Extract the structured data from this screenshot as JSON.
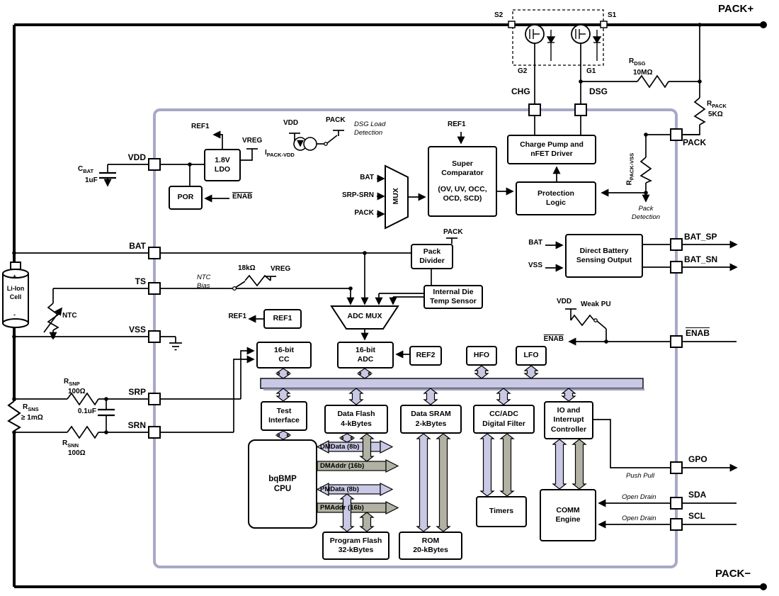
{
  "rails": {
    "pack_plus": "PACK+",
    "pack_minus": "PACK−"
  },
  "pins": {
    "vdd": "VDD",
    "bat": "BAT",
    "ts": "TS",
    "vss": "VSS",
    "srp": "SRP",
    "srn": "SRN",
    "pack": "PACK",
    "bat_sp": "BAT_SP",
    "bat_sn": "BAT_SN",
    "enab": "ENAB",
    "gpo": "GPO",
    "sda": "SDA",
    "scl": "SCL",
    "chg": "CHG",
    "dsg": "DSG"
  },
  "fets": {
    "s2": "S2",
    "s1": "S1",
    "g2": "G2",
    "g1": "G1"
  },
  "components": {
    "cbat": {
      "base": "C",
      "sub": "BAT",
      "value": "1uF"
    },
    "rdsg": {
      "base": "R",
      "sub": "DSG",
      "value": "10MΩ"
    },
    "rpack": {
      "base": "R",
      "sub": "PACK",
      "value": "5KΩ"
    },
    "rsnp": {
      "base": "R",
      "sub": "SNP",
      "value": "100Ω"
    },
    "rsns": {
      "base": "R",
      "sub": "SNS",
      "value": "≥ 1mΩ"
    },
    "rsnn": {
      "base": "R",
      "sub": "SNN",
      "value": "100Ω"
    },
    "cfilter": {
      "value": "0.1uF"
    },
    "rntc": {
      "value": "18kΩ"
    },
    "rpackvss": {
      "base": "R",
      "sub": "PACK-VSS"
    },
    "ipackvdd": {
      "base": "I",
      "sub": "PACK-VDD"
    },
    "ntc": "NTC",
    "cell": {
      "line1": "Li-Ion",
      "line2": "Cell",
      "plus": "+",
      "minus": "-"
    }
  },
  "nets": {
    "ref1": "REF1",
    "vreg": "VREG",
    "vdd": "VDD",
    "pack": "PACK",
    "enab": "ENAB",
    "bat": "BAT",
    "vss": "VSS",
    "srp_srn": "SRP-SRN"
  },
  "annotations": {
    "dsg_load_detection": [
      "DSG Load",
      "Detection"
    ],
    "pack_detection": [
      "Pack",
      "Detection"
    ],
    "ntc_bias": [
      "NTC",
      "Bias"
    ],
    "weak_pu": "Weak PU",
    "push_pull": "Push Pull",
    "open_drain": "Open Drain"
  },
  "blocks": {
    "ldo": [
      "1.8V",
      "LDO"
    ],
    "por": "POR",
    "mux": "MUX",
    "super_comparator": [
      "Super",
      "Comparator",
      "(OV, UV, OCC,",
      "OCD, SCD)"
    ],
    "charge_pump": [
      "Charge Pump and",
      "nFET Driver"
    ],
    "protection_logic": [
      "Protection",
      "Logic"
    ],
    "direct_battery": [
      "Direct Battery",
      "Sensing Output"
    ],
    "pack_divider": [
      "Pack",
      "Divider"
    ],
    "die_temp": [
      "Internal Die",
      "Temp Sensor"
    ],
    "adc_mux": "ADC MUX",
    "ref1": "REF1",
    "cc": [
      "16-bit",
      "CC"
    ],
    "adc": [
      "16-bit",
      "ADC"
    ],
    "ref2": "REF2",
    "hfo": "HFO",
    "lfo": "LFO",
    "test_interface": [
      "Test",
      "Interface"
    ],
    "data_flash": [
      "Data Flash",
      "4-kBytes"
    ],
    "data_sram": [
      "Data SRAM",
      "2-kBytes"
    ],
    "ccadc_filter": [
      "CC/ADC",
      "Digital Filter"
    ],
    "io_interrupt": [
      "IO and",
      "Interrupt",
      "Controller"
    ],
    "cpu": [
      "bqBMP",
      "CPU"
    ],
    "program_flash": [
      "Program Flash",
      "32-kBytes"
    ],
    "rom": [
      "ROM",
      "20-kBytes"
    ],
    "timers": "Timers",
    "comm": [
      "COMM",
      "Engine"
    ]
  },
  "buses": {
    "dmdata": "DMData (8b)",
    "dmaddr": "DMAddr (16b)",
    "pmdata": "PMData (8b)",
    "pmaddr": "PMAddr (16b)"
  },
  "colors": {
    "chip_border": "#a8a8c8",
    "bus_fill": "#c9c9e6",
    "bus_shadow": "#9b9bb8",
    "addr_fill": "#b2b2a4"
  }
}
